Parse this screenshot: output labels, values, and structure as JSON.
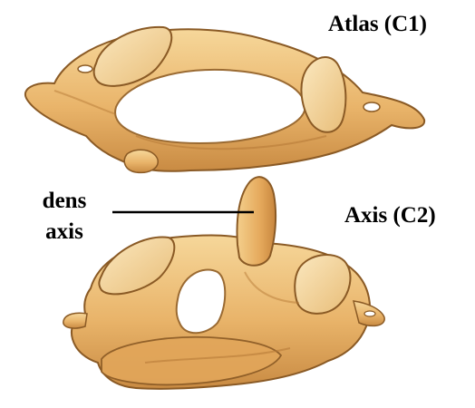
{
  "labels": {
    "atlas": "Atlas (C1)",
    "axis": "Axis (C2)",
    "dens_line1": "dens",
    "dens_line2": "axis"
  },
  "colors": {
    "bone_light": "#f3cc87",
    "bone_mid": "#e6ad5f",
    "bone_dark": "#b97a34",
    "outline": "#7a4b1c",
    "text": "#000000"
  }
}
